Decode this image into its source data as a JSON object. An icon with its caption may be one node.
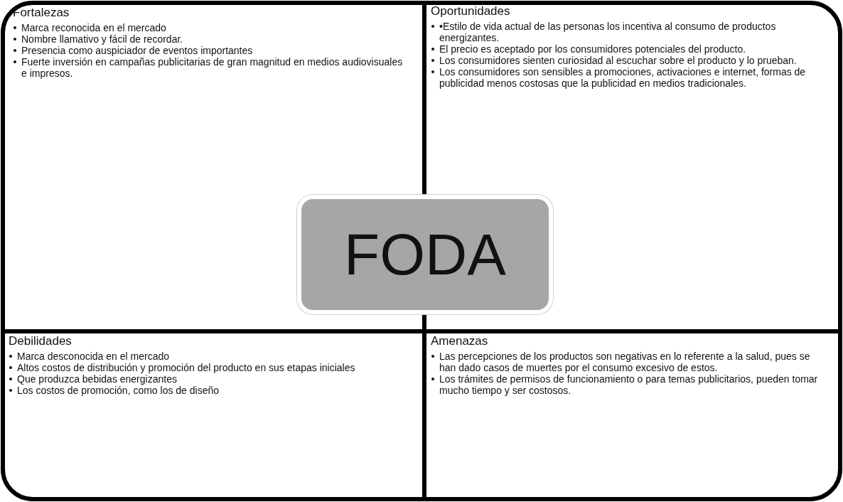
{
  "diagram": {
    "nodes": [
      {
        "text": [
          "Fortalezas",
          "Marca reconocida en el mercado",
          "Nombre llamativo y fácil de recordar.",
          "Presencia como auspiciador de eventos importantes",
          "Fuerte inversión en campañas publicitarias de gran magnitud en medios audiovisuales e impresos."
        ]
      },
      {
        "text": [
          "Oportunidades",
          "•Estilo de vida actual de las personas los incentiva al consumo de productos energizantes.",
          "El precio es aceptado por los consumidores potenciales del producto.",
          "Los consumidores sienten curiosidad al escuchar sobre el producto y lo prueban.",
          "Los consumidores son sensibles a promociones, activaciones e internet, formas de publicidad menos costosas que la publicidad en medios tradicionales."
        ]
      },
      {
        "text": [
          "FODA"
        ]
      },
      {
        "text": [
          "Debilidades",
          "Marca desconocida en el mercado",
          "Altos costos de distribución y promoción del producto en sus etapas iniciales",
          "Que produzca bebidas energizantes",
          "Los costos de promoción, como los de diseño"
        ]
      },
      {
        "text": [
          "Amenazas",
          "Las percepciones de los productos son negativas en lo referente a la salud, pues se han dado casos de muertes por el consumo excesivo de estos.",
          "Los trámites de permisos de funcionamiento o para temas publicitarios, pueden tomar mucho tiempo y ser costosos."
        ]
      }
    ]
  }
}
